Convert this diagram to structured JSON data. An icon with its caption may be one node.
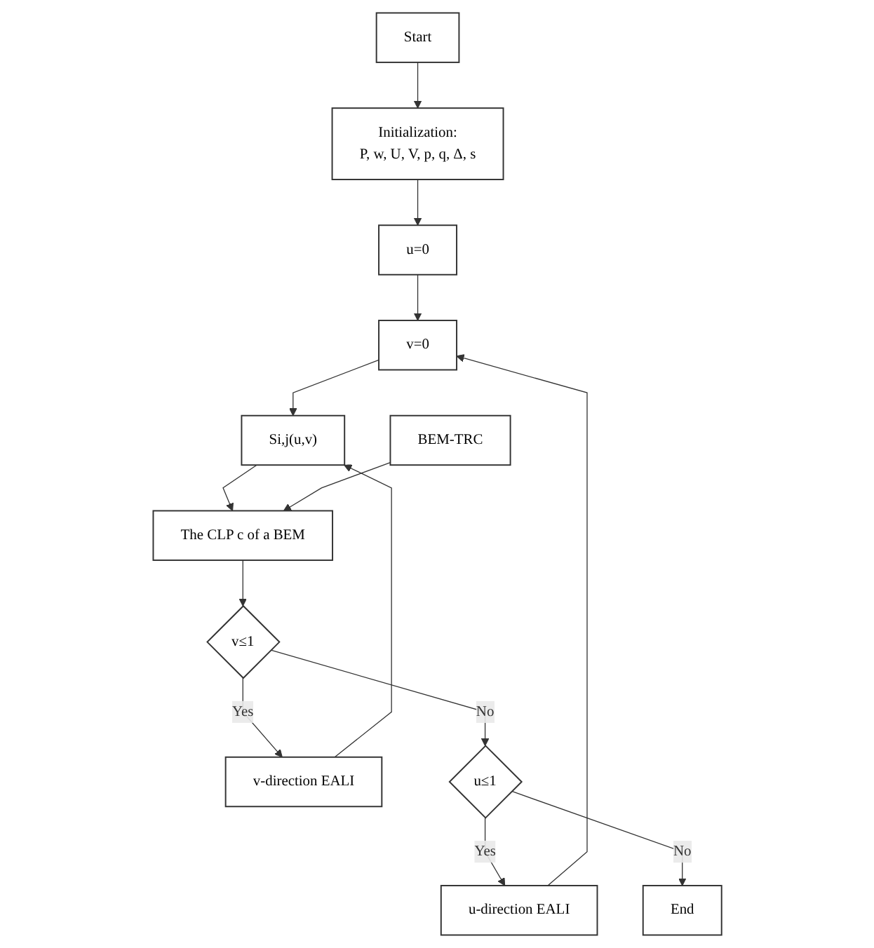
{
  "diagram": {
    "nodes": [
      {
        "text": [
          "Start"
        ]
      },
      {
        "text": [
          "Initialization:",
          "P, w, U, V, p, q, Δ, s"
        ]
      },
      {
        "text": [
          "u=0"
        ]
      },
      {
        "text": [
          "v=0"
        ]
      },
      {
        "text": [
          "v-direction EALI"
        ]
      },
      {
        "text": [
          "u-direction EALI"
        ]
      },
      {
        "text": [
          "Si,j(u,v)"
        ]
      },
      {
        "text": [
          "BEM-TRC"
        ]
      },
      {
        "text": [
          "The CLP c of a BEM"
        ]
      },
      {
        "text": [
          "v≤1"
        ]
      },
      {
        "text": [
          "u≤1"
        ]
      },
      {
        "text": [
          "End"
        ]
      }
    ],
    "edges": [
      {
        "from": 0,
        "to": 1,
        "arrow": "to"
      },
      {
        "from": 1,
        "to": 2,
        "arrow": "to"
      },
      {
        "from": 2,
        "to": 3,
        "arrow": "to"
      },
      {
        "from": 3,
        "to": 6,
        "arrow": "to"
      },
      {
        "from": 4,
        "to": 6,
        "arrow": "to"
      },
      {
        "from": 6,
        "to": 8,
        "arrow": "to"
      },
      {
        "from": 7,
        "to": 8,
        "arrow": "to"
      },
      {
        "from": 8,
        "to": 9,
        "arrow": "to"
      },
      {
        "from": 9,
        "to": 4,
        "label": "Yes",
        "arrow": "to"
      },
      {
        "from": 9,
        "to": 10,
        "label": "No",
        "arrow": "to"
      },
      {
        "from": 10,
        "to": 5,
        "label": "Yes",
        "arrow": "to"
      },
      {
        "from": 5,
        "to": 3,
        "arrow": "to"
      },
      {
        "from": 10,
        "to": 11,
        "label": "No",
        "arrow": "to"
      }
    ]
  }
}
